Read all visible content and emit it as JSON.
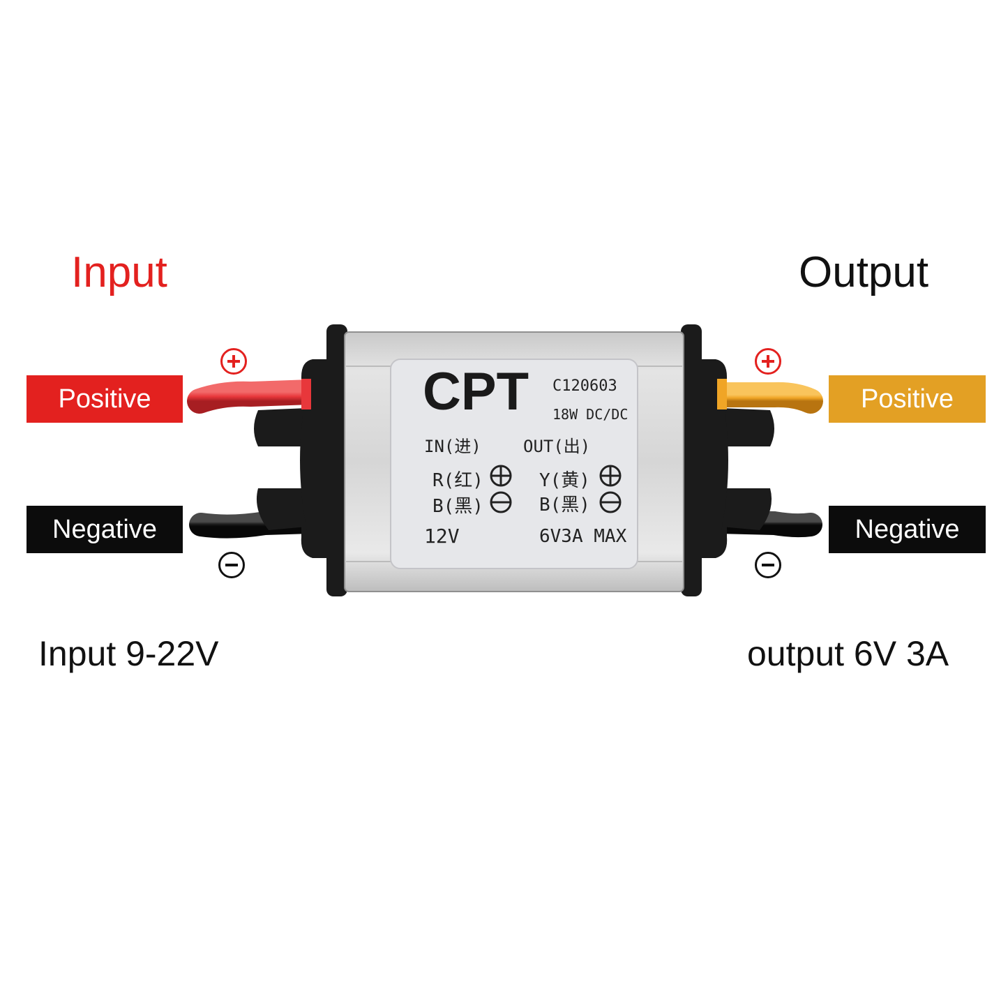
{
  "headings": {
    "input": "Input",
    "output": "Output"
  },
  "tags": {
    "in_positive": "Positive",
    "in_negative": "Negative",
    "out_positive": "Positive",
    "out_negative": "Negative"
  },
  "specs": {
    "input": "Input 9-22V",
    "output": "output 6V 3A"
  },
  "device_label": {
    "brand": "CPT",
    "model": "C120603",
    "rating": "18W DC/DC",
    "in_header": "IN(进)",
    "out_header": "OUT(出)",
    "in_pos": "R(红)",
    "in_neg": "B(黑)",
    "out_pos": "Y(黄)",
    "out_neg": "B(黑)",
    "in_voltage": "12V",
    "out_rating": "6V3A MAX"
  },
  "colors": {
    "input_red": "#e3211f",
    "output_orange": "#e3a024",
    "negative_black": "#0c0c0c",
    "wire_red": "#e8373b",
    "wire_yellow": "#f0a526"
  },
  "icons": [
    "plus-circle-icon",
    "minus-circle-icon",
    "wire",
    "converter-module"
  ]
}
